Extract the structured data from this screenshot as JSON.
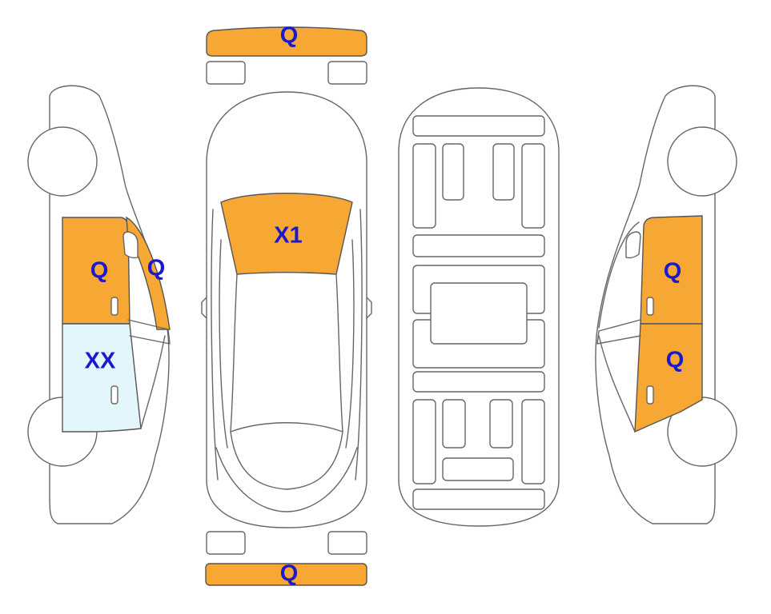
{
  "colors": {
    "damaged": "#f7a733",
    "repaired": "#e3f6fb",
    "label": "#1a1acc",
    "outline": "#666666"
  },
  "labels": {
    "front_bumper": "Q",
    "rear_bumper": "Q",
    "hood": "X1",
    "left_front_door": "Q",
    "left_a_pillar": "Q",
    "left_rear_door": "XX",
    "right_front_door": "Q",
    "right_rear_door": "Q"
  }
}
